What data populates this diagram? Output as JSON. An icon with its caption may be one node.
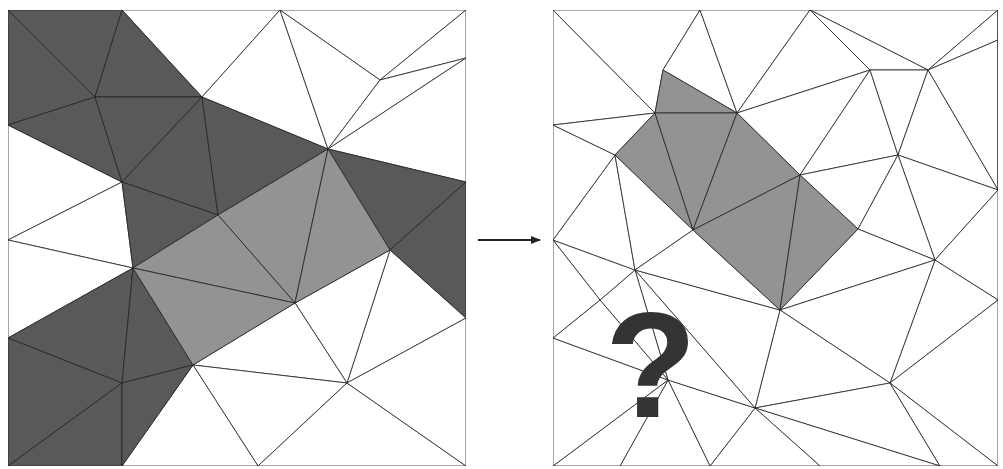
{
  "diagram": {
    "nodes": [
      {
        "text": [],
        "shape": "picture"
      },
      {
        "text": [
          "?"
        ]
      }
    ],
    "edges": [
      {
        "from": 0,
        "to": 1,
        "arrow": "to"
      }
    ]
  }
}
